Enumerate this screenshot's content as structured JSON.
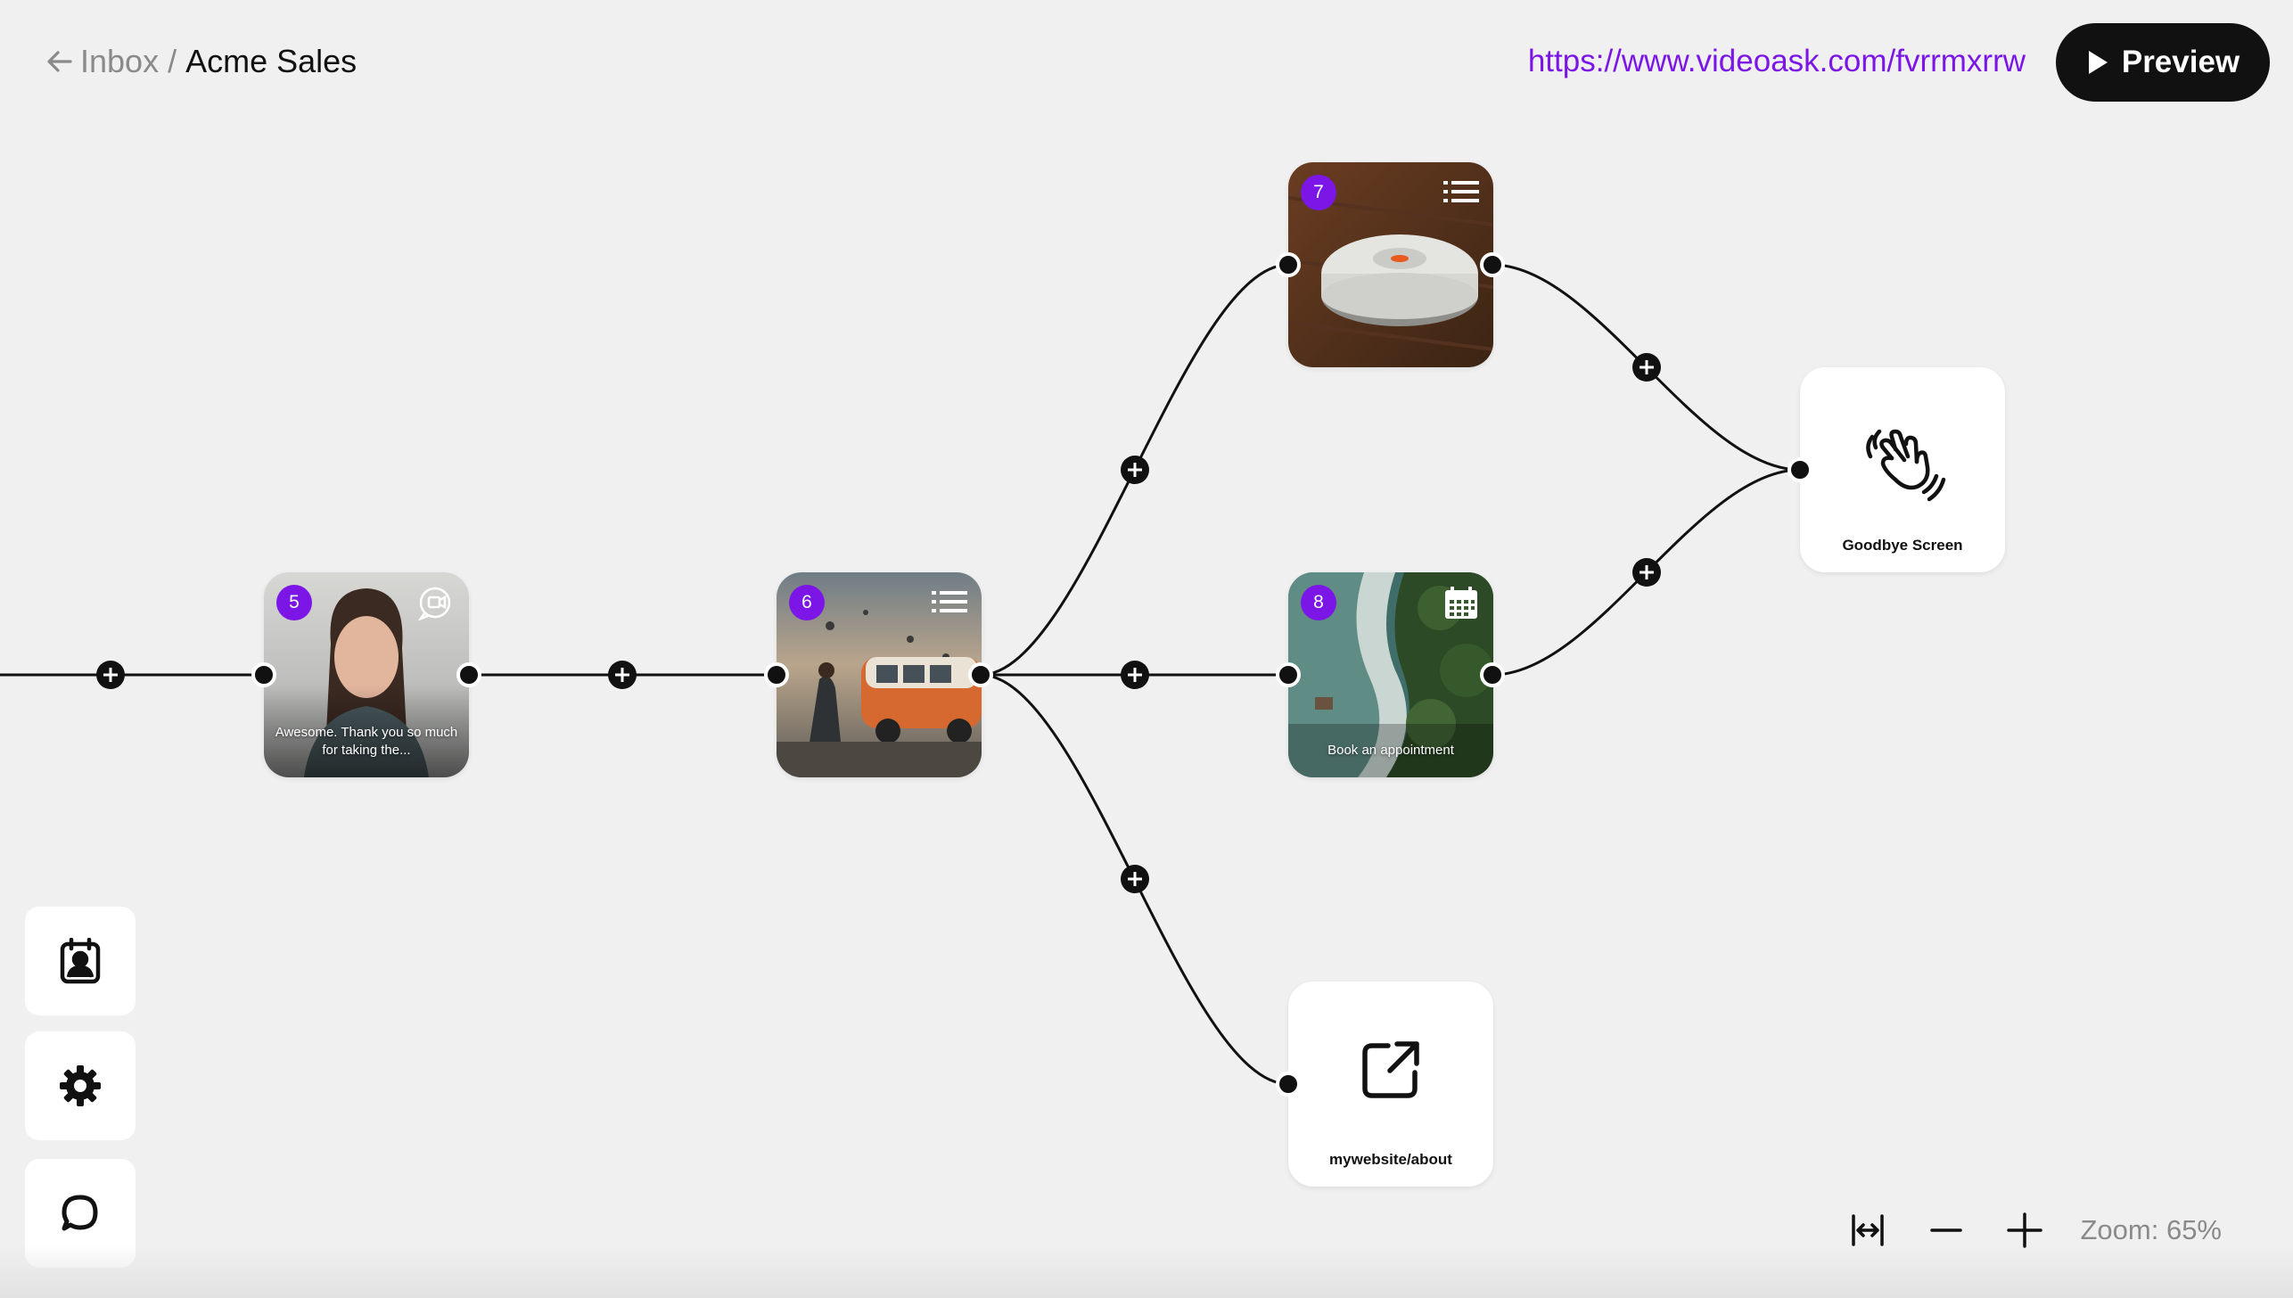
{
  "header": {
    "back_label": "Inbox",
    "separator": "/",
    "title": "Acme Sales",
    "share_url": "https://www.videoask.com/fvrrmxrrw",
    "preview_label": "Preview"
  },
  "nodes": [
    {
      "number": "5",
      "type": "video-answer",
      "caption": "Awesome. Thank you so much for taking the..."
    },
    {
      "number": "6",
      "type": "multiple-choice",
      "caption": ""
    },
    {
      "number": "7",
      "type": "multiple-choice",
      "caption": ""
    },
    {
      "number": "8",
      "type": "calendar",
      "caption": "Book an appointment"
    }
  ],
  "end_screens": [
    {
      "label": "Goodbye Screen",
      "icon": "waving-hand-icon"
    },
    {
      "label": "mywebsite/about",
      "icon": "external-link-icon"
    }
  ],
  "toolbar": {
    "items": [
      "contacts-icon",
      "gear-icon",
      "chat-bubble-icon"
    ]
  },
  "zoom": {
    "label": "Zoom: 65%",
    "level_percent": 65
  },
  "colors": {
    "accent": "#7b16e6",
    "background": "#f0f0f0",
    "connector": "#111111"
  }
}
